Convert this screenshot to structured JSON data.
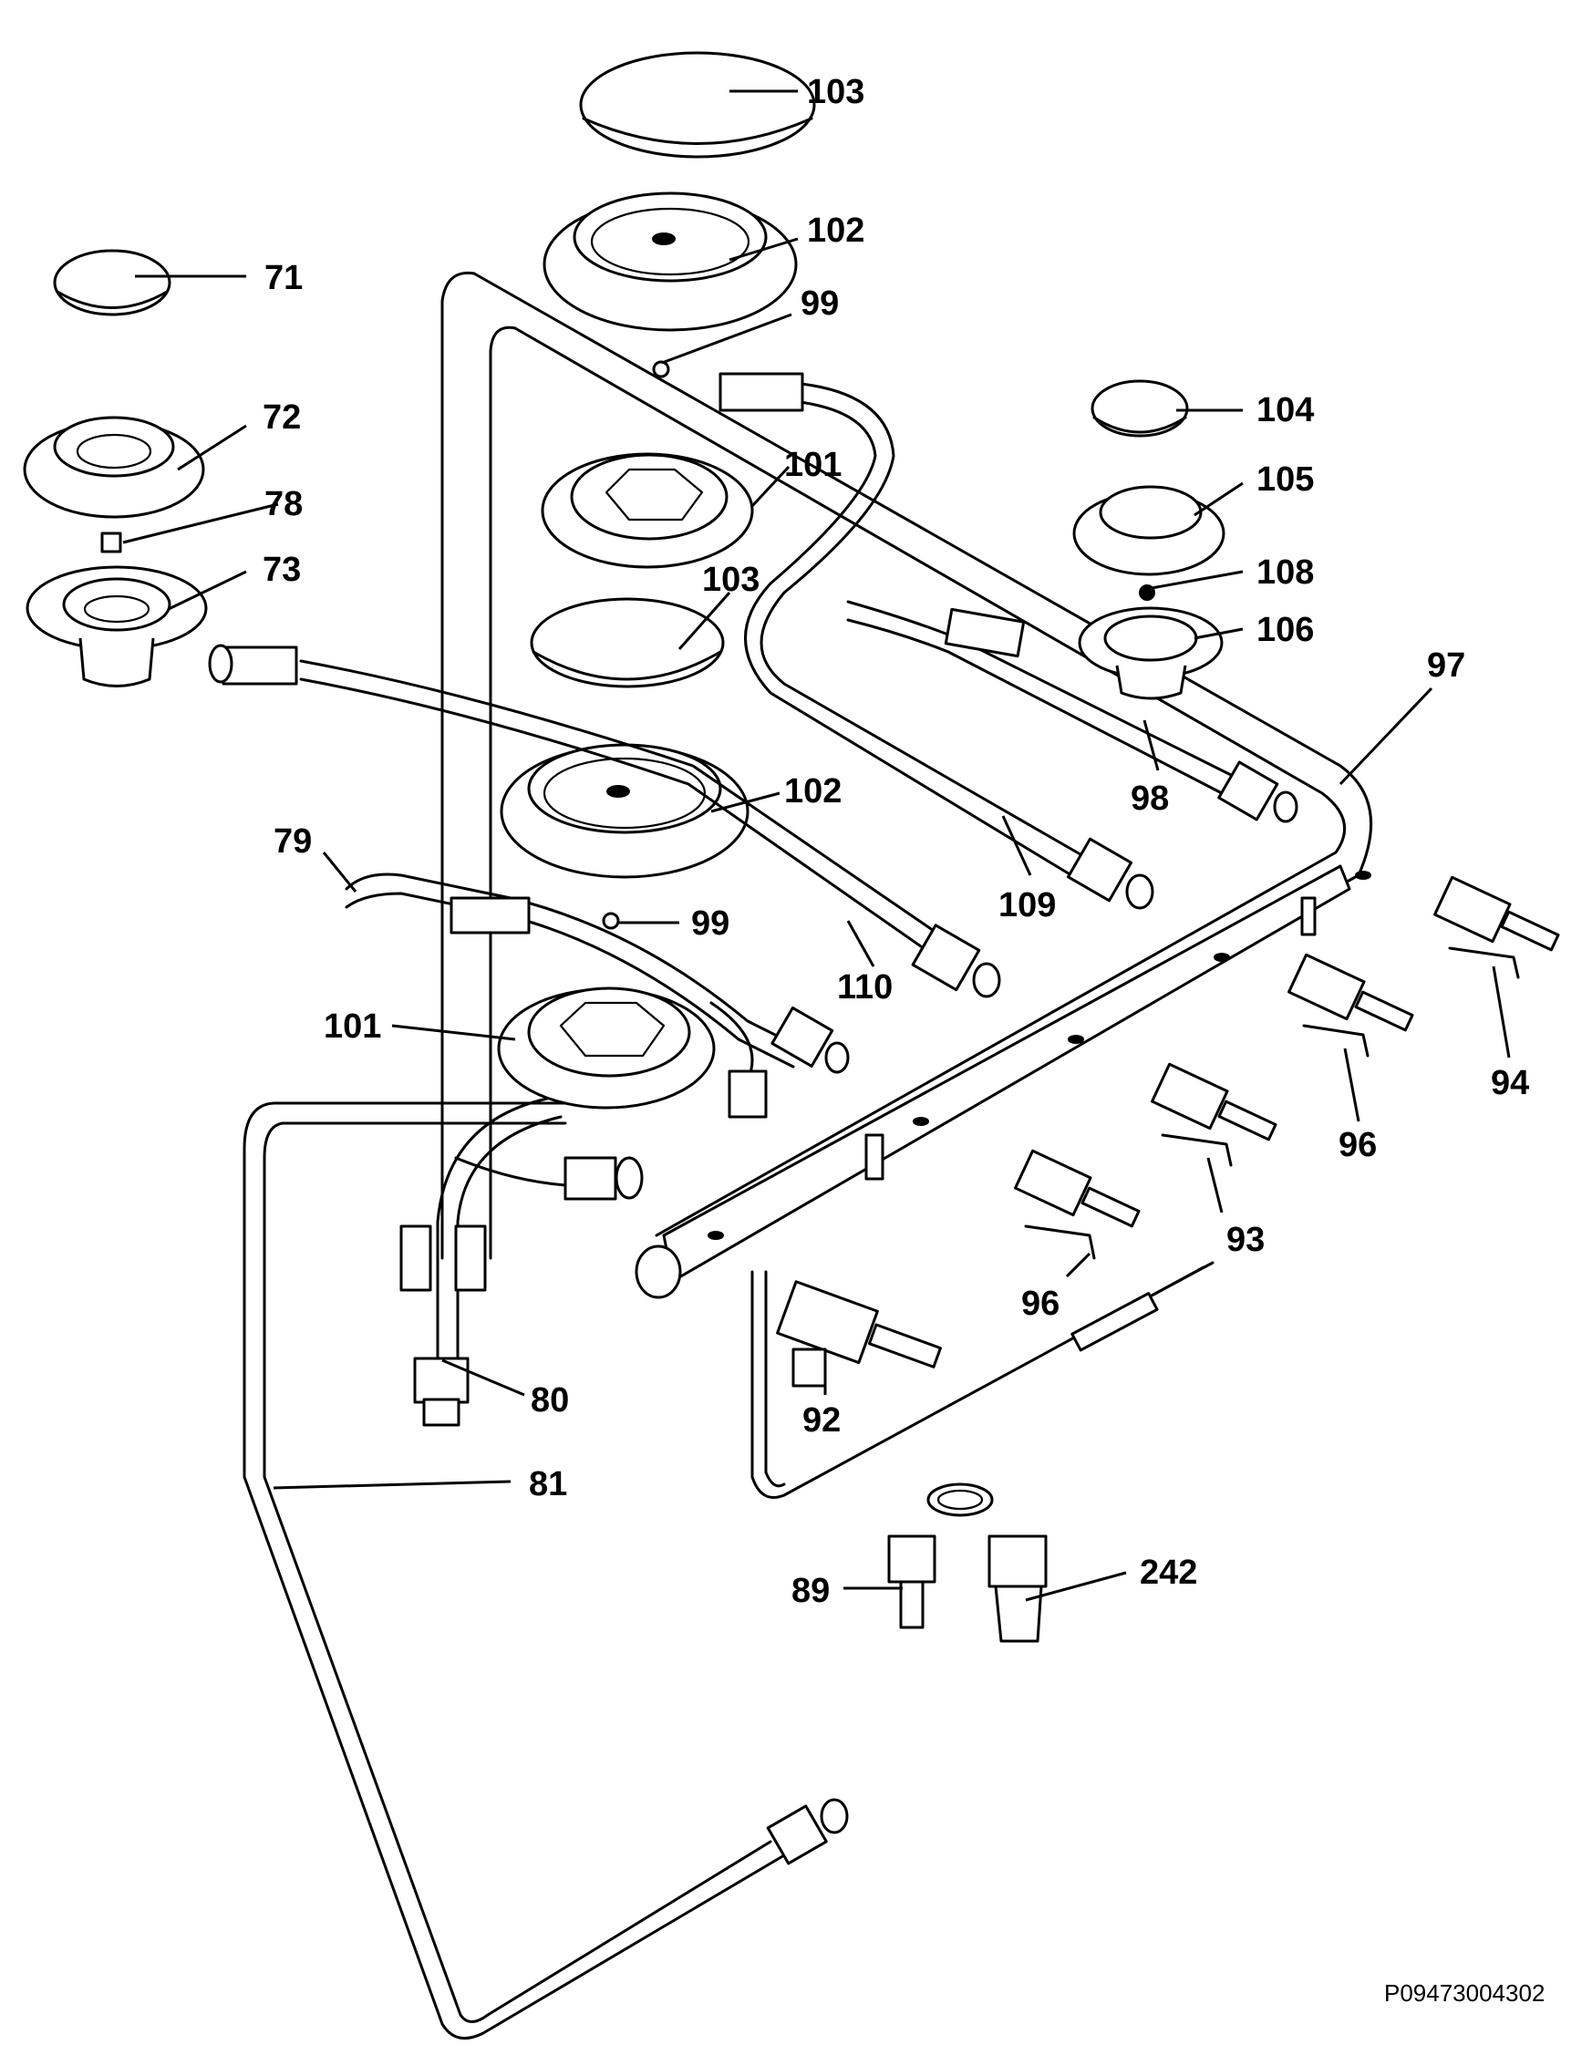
{
  "diagram_code": "P09473004302",
  "labels": {
    "l103a": "103",
    "l102a": "102",
    "l71": "71",
    "l99a": "99",
    "l72": "72",
    "l104": "104",
    "l101a": "101",
    "l78": "78",
    "l105": "105",
    "l73": "73",
    "l103b": "103",
    "l108": "108",
    "l106": "106",
    "l97": "97",
    "l102b": "102",
    "l98": "98",
    "l79": "79",
    "l109": "109",
    "l99b": "99",
    "l110": "110",
    "l101b": "101",
    "l94": "94",
    "l96a": "96",
    "l93": "93",
    "l96b": "96",
    "l80": "80",
    "l92": "92",
    "l81": "81",
    "l89": "89",
    "l242": "242"
  }
}
